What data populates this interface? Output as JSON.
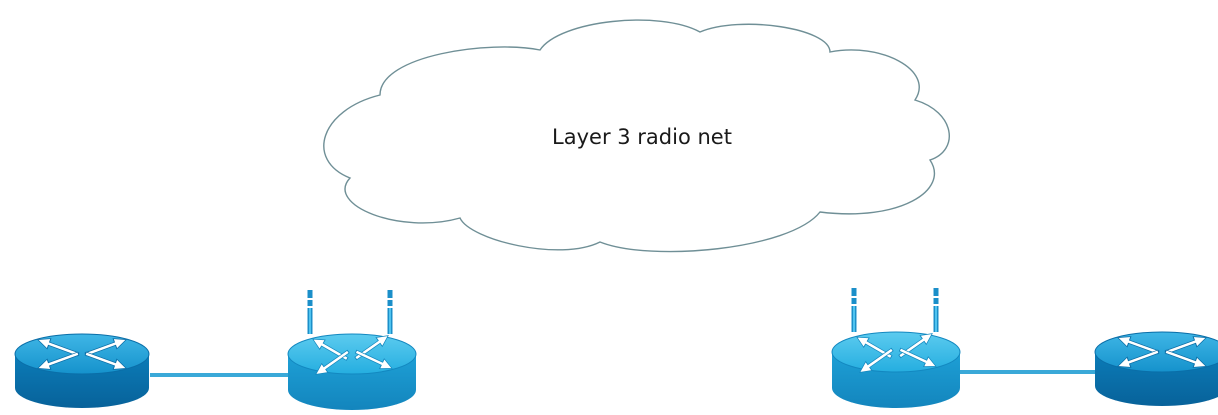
{
  "diagram": {
    "cloud_label": "Layer 3 radio net"
  },
  "colors": {
    "link": "#3aa9d8",
    "cloud_stroke": "#6f8f96",
    "router_top": "#1c9fd6",
    "router_side": "#0a73ad",
    "wireless_router_top": "#2ab6e3",
    "wireless_router_side": "#1791c5",
    "arrows": "#ffffff"
  },
  "nodes": [
    {
      "id": "router-left",
      "kind": "router"
    },
    {
      "id": "wireless-router-left",
      "kind": "wireless-router"
    },
    {
      "id": "wireless-router-right",
      "kind": "wireless-router"
    },
    {
      "id": "router-right",
      "kind": "router"
    }
  ],
  "links": [
    {
      "from": "router-left",
      "to": "wireless-router-left"
    },
    {
      "from": "wireless-router-right",
      "to": "router-right"
    }
  ]
}
